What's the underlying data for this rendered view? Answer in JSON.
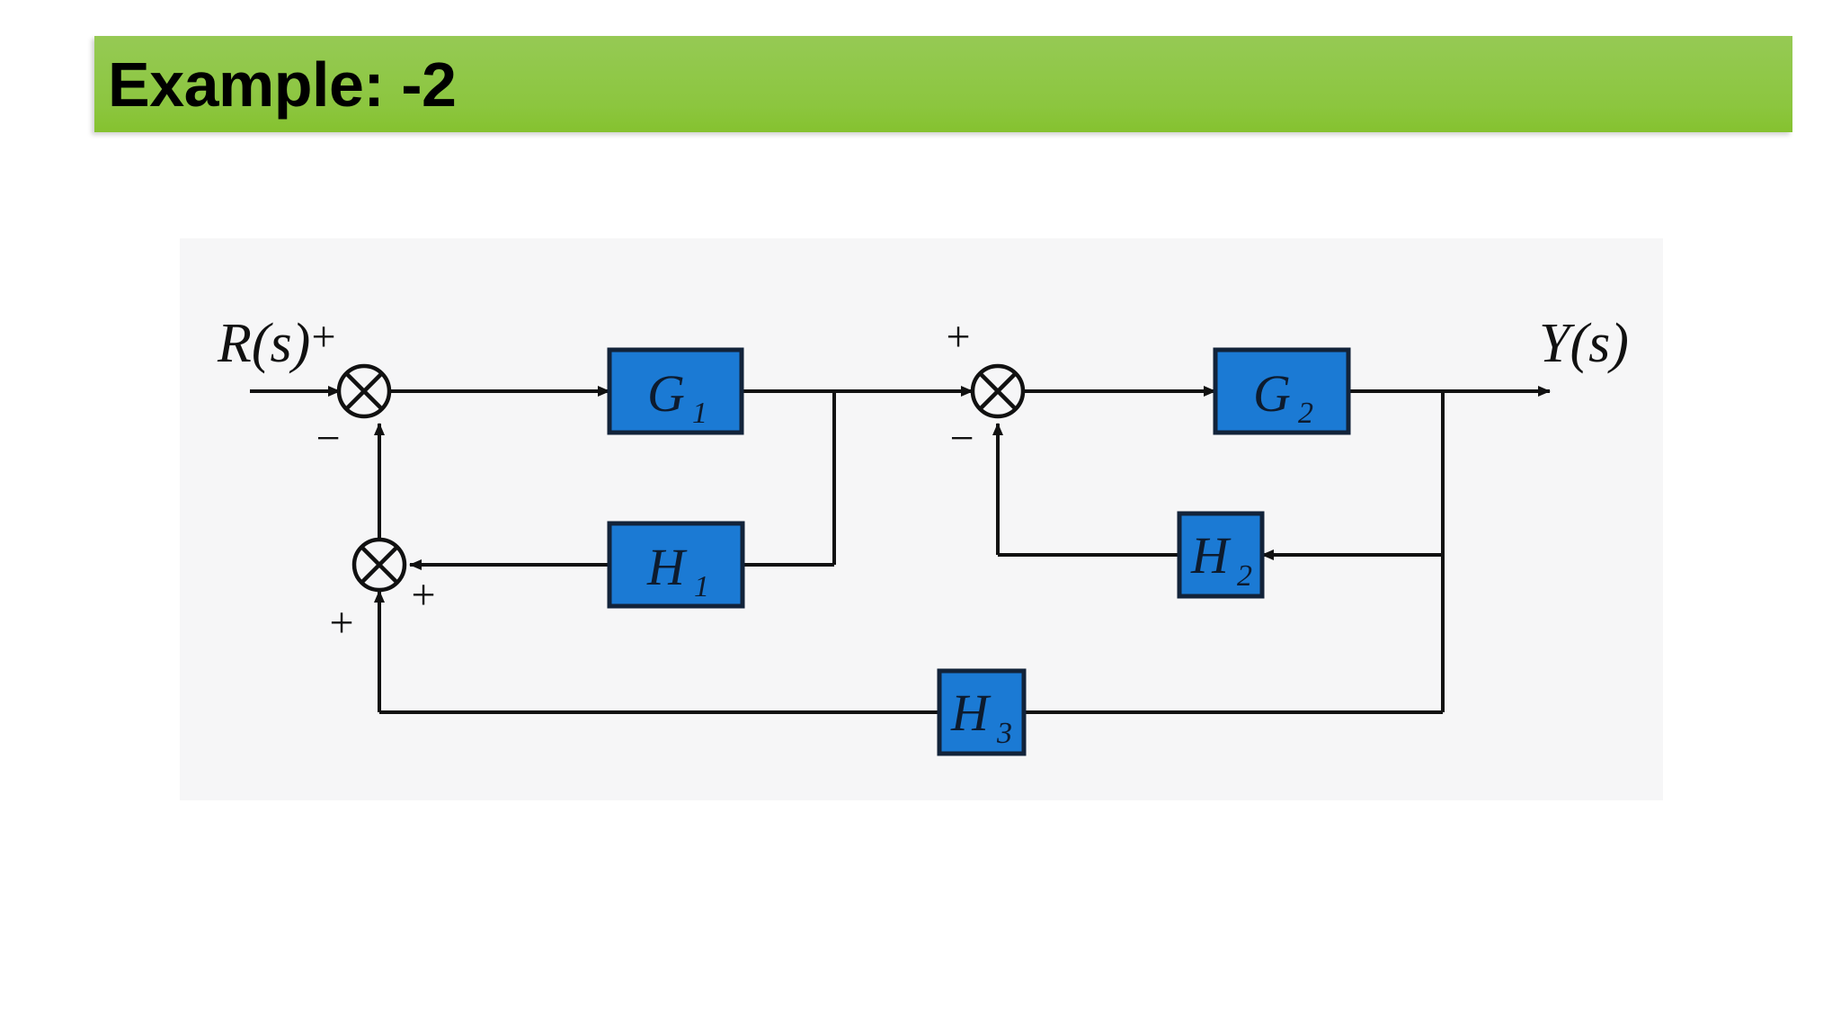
{
  "slide": {
    "title": "Example: -2",
    "banner_color": "#8cc63f",
    "background_color": "#ffffff"
  },
  "diagram": {
    "type": "control-system-block-diagram",
    "panel_background": "#f6f6f7",
    "block_fill_color": "#1b7ad4",
    "block_border_color": "#12233a",
    "line_color": "#111111",
    "input_label": "R(s)",
    "output_label": "Y(s)",
    "blocks": [
      {
        "id": "G1",
        "letter": "G",
        "subscript": "1"
      },
      {
        "id": "G2",
        "letter": "G",
        "subscript": "2"
      },
      {
        "id": "H1",
        "letter": "H",
        "subscript": "1"
      },
      {
        "id": "H2",
        "letter": "H",
        "subscript": "2"
      },
      {
        "id": "H3",
        "letter": "H",
        "subscript": "3"
      }
    ],
    "summing_junctions": [
      {
        "id": "sum1",
        "signs": [
          {
            "symbol": "+",
            "position": "top-left"
          },
          {
            "symbol": "−",
            "position": "bottom-left"
          }
        ]
      },
      {
        "id": "sum2",
        "signs": [
          {
            "symbol": "+",
            "position": "top-left"
          },
          {
            "symbol": "−",
            "position": "bottom-left"
          }
        ]
      },
      {
        "id": "sum3",
        "signs": [
          {
            "symbol": "+",
            "position": "right"
          },
          {
            "symbol": "+",
            "position": "bottom-left"
          }
        ]
      }
    ],
    "signs": {
      "plus": "+",
      "minus": "−"
    }
  }
}
